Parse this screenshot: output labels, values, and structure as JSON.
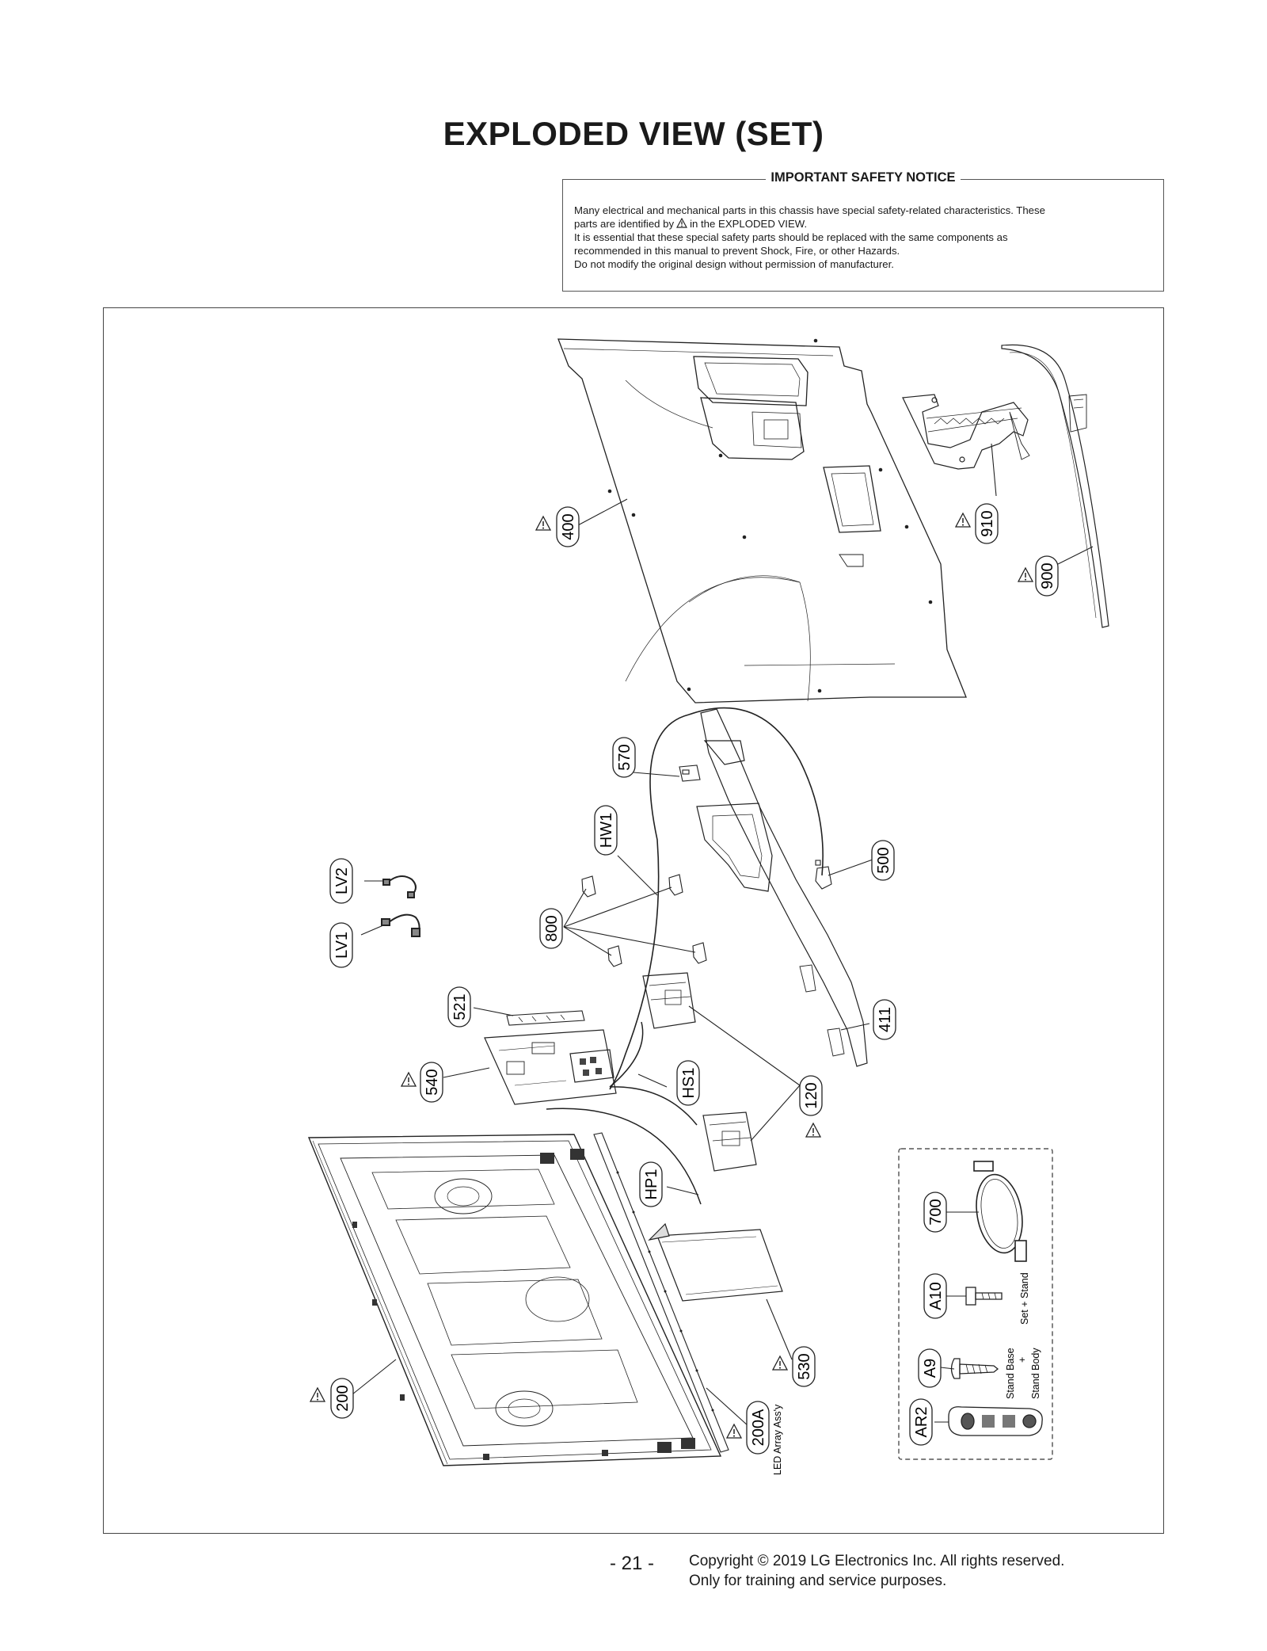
{
  "page": {
    "title": "EXPLODED VIEW (SET)",
    "page_number": "- 21 -",
    "copyright_line1": "Copyright © 2019 LG Electronics Inc. All rights reserved.",
    "copyright_line2": "Only for training and service purposes."
  },
  "notice": {
    "title": "IMPORTANT SAFETY NOTICE",
    "line1": "Many electrical and mechanical parts in this chassis have special safety-related characteristics. These",
    "line2_pre": "parts are identified by",
    "line2_post": "in the EXPLODED VIEW.",
    "line3": "It is essential that these special safety parts should be replaced with the same components as",
    "line4": "recommended in this manual to prevent Shock, Fire, or other Hazards.",
    "line5": "Do not modify the original design without permission of manufacturer."
  },
  "labels": {
    "p400": "400",
    "p910": "910",
    "p900": "900",
    "p570": "570",
    "pHW1": "HW1",
    "p500": "500",
    "pLV2": "LV2",
    "pLV1": "LV1",
    "p800": "800",
    "p521": "521",
    "p411": "411",
    "p540": "540",
    "pHS1": "HS1",
    "p120": "120",
    "pHP1": "HP1",
    "p700": "700",
    "pA10": "A10",
    "pA9": "A9",
    "pAR2": "AR2",
    "p530": "530",
    "p200": "200",
    "p200A": "200A"
  },
  "notes": {
    "led_array": "LED Array Ass'y",
    "set_stand": "Set + Stand",
    "stand_base": "Stand Base",
    "plus": "+",
    "stand_body": "Stand Body"
  },
  "icons": {
    "safety": "warning-triangle-icon"
  }
}
